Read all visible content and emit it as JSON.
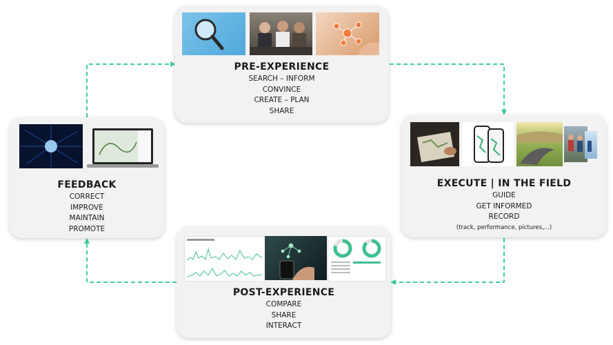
{
  "pre": {
    "title": "PRE-EXPERIENCE",
    "lines": [
      "SEARCH  –  INFORM",
      "CONVINCE",
      "CREATE  –  PLAN",
      "SHARE"
    ]
  },
  "execute": {
    "title": "EXECUTE  |  IN THE FIELD",
    "lines": [
      "GUIDE",
      "GET INFORMED",
      "RECORD"
    ],
    "note": "(track,  performance,   pictures,...)"
  },
  "post": {
    "title": "POST-EXPERIENCE",
    "lines": [
      "COMPARE",
      "SHARE",
      "INTERACT"
    ]
  },
  "feedback": {
    "title": "FEEDBACK",
    "lines": [
      "CORRECT",
      "IMPROVE",
      "MAINTAIN",
      "PROMOTE"
    ]
  },
  "colors": {
    "arrow": "#3fcf9a",
    "card": "#f2f2f2"
  },
  "images": [
    "magnifier-on-blue",
    "meeting-people",
    "hand-touch-network",
    "hands-holding-map",
    "smartphones-map-app",
    "mountain-road",
    "hikers-photos",
    "analytics-dashboard",
    "phone-network-hand",
    "donut-stats-dashboard",
    "network-heatmap",
    "laptop-map-app"
  ]
}
